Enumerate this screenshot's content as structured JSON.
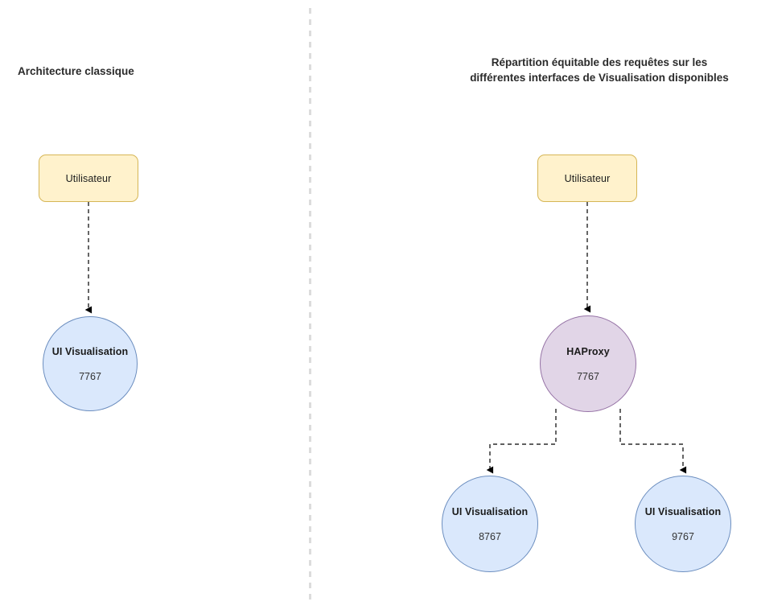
{
  "diagram": {
    "panels": [
      {
        "id": "classique",
        "title": "Architecture classique"
      },
      {
        "id": "repartition",
        "title": "Répartition équitable des requêtes sur les\ndifférentes interfaces de Visualisation disponibles"
      }
    ],
    "nodes": {
      "user_left": {
        "label": "Utilisateur",
        "shape": "rounded-rect",
        "fill": "#fff2cc",
        "stroke": "#d6b656"
      },
      "ui_left": {
        "label": "UI Visualisation",
        "port": "7767",
        "shape": "circle",
        "fill": "#dae8fc",
        "stroke": "#6c8ebf"
      },
      "user_right": {
        "label": "Utilisateur",
        "shape": "rounded-rect",
        "fill": "#fff2cc",
        "stroke": "#d6b656"
      },
      "haproxy": {
        "label": "HAProxy",
        "port": "7767",
        "shape": "circle",
        "fill": "#e1d5e7",
        "stroke": "#9673a6"
      },
      "ui_8767": {
        "label": "UI Visualisation",
        "port": "8767",
        "shape": "circle",
        "fill": "#dae8fc",
        "stroke": "#6c8ebf"
      },
      "ui_9767": {
        "label": "UI Visualisation",
        "port": "9767",
        "shape": "circle",
        "fill": "#dae8fc",
        "stroke": "#6c8ebf"
      }
    },
    "edges": [
      {
        "from": "user_left",
        "to": "ui_left",
        "style": "dashed",
        "arrow": "triangle"
      },
      {
        "from": "user_right",
        "to": "haproxy",
        "style": "dashed",
        "arrow": "triangle"
      },
      {
        "from": "haproxy",
        "to": "ui_8767",
        "style": "dashed",
        "arrow": "triangle",
        "routing": "orthogonal"
      },
      {
        "from": "haproxy",
        "to": "ui_9767",
        "style": "dashed",
        "arrow": "triangle",
        "routing": "orthogonal"
      }
    ],
    "divider": {
      "orientation": "vertical",
      "style": "dashed",
      "color": "#dcdcdc"
    },
    "edge_color": "#000000",
    "background": "#ffffff"
  }
}
